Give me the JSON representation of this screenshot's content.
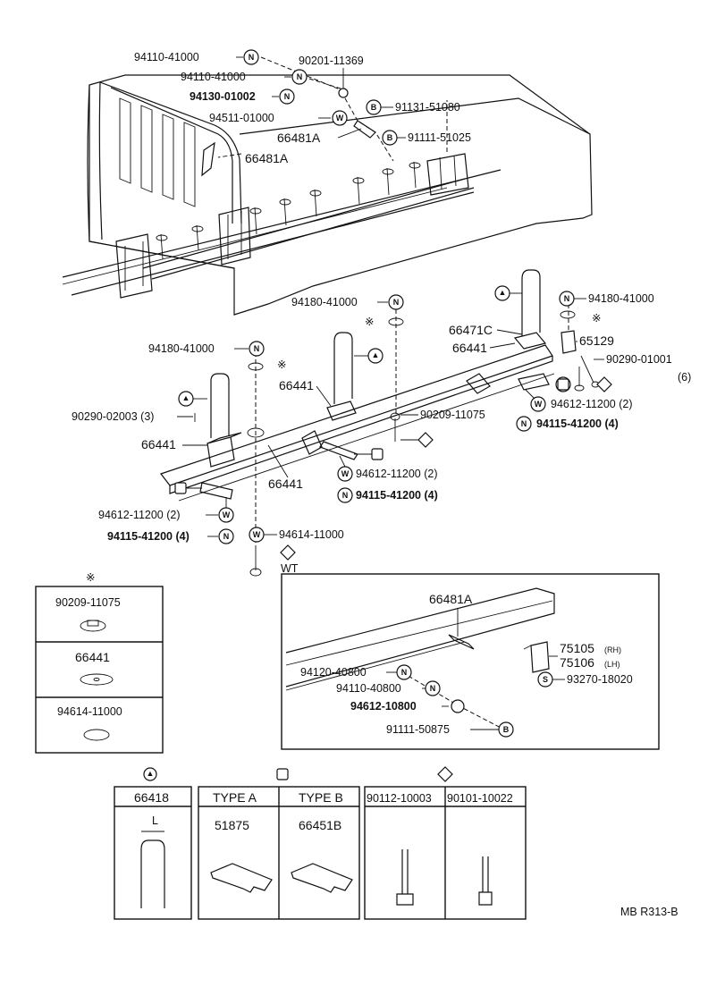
{
  "diagram_id": "MB R313-B",
  "symbols": {
    "N": "N",
    "W": "W",
    "B": "B",
    "S": "S"
  },
  "callouts": {
    "p94110_41000_a": "94110-41000",
    "p94110_41000_b": "94110-41000",
    "p90201_11369": "90201-11369",
    "p94130_01002": "94130-01002",
    "p91131_51080": "91131-51080",
    "p94511_01000": "94511-01000",
    "p66481A_a": "66481A",
    "p91111_51025": "91111-51025",
    "p66481A_b": "66481A",
    "p94180_41000_a": "94180-41000",
    "p94180_41000_b": "94180-41000",
    "p94180_41000_c": "94180-41000",
    "p66471C": "66471C",
    "p66441_a": "66441",
    "p65129": "65129",
    "p90290_01001": "90290-01001",
    "p90290_01001_qty": "(6)",
    "p66441_b": "66441",
    "p94612_11200_a": "94612-11200 (2)",
    "p94115_41200_a": "94115-41200 (4)",
    "p90209_11075": "90209-11075",
    "p90290_02003": "90290-02003 (3)",
    "p66441_c": "66441",
    "p66441_d": "66441",
    "p94612_11200_b": "94612-11200 (2)",
    "p94115_41200_b": "94115-41200 (4)",
    "p94612_11200_c": "94612-11200 (2)",
    "p94115_41200_c": "94115-41200 (4)",
    "p94614_11000": "94614-11000",
    "wt": "WT"
  },
  "legend_box": {
    "asterisk": "※",
    "items": [
      {
        "part": "90209-11075"
      },
      {
        "part": "66441"
      },
      {
        "part": "94614-11000"
      }
    ]
  },
  "detail_box": {
    "p66481A": "66481A",
    "p75105": "75105",
    "p75105_side": "(RH)",
    "p75106": "75106",
    "p75106_side": "(LH)",
    "p94120_40800": "94120-40800",
    "p94110_40800": "94110-40800",
    "p93270_18020": "93270-18020",
    "p94612_10800": "94612-10800",
    "p91111_50875": "91111-50875"
  },
  "bottom_table": {
    "ubolt": {
      "part": "66418",
      "dim": "L"
    },
    "type_a": {
      "header": "TYPE A",
      "part": "51875"
    },
    "type_b": {
      "header": "TYPE B",
      "part": "66451B"
    },
    "bolt_1": {
      "part": "90112-10003"
    },
    "bolt_2": {
      "part": "90101-10022"
    }
  }
}
